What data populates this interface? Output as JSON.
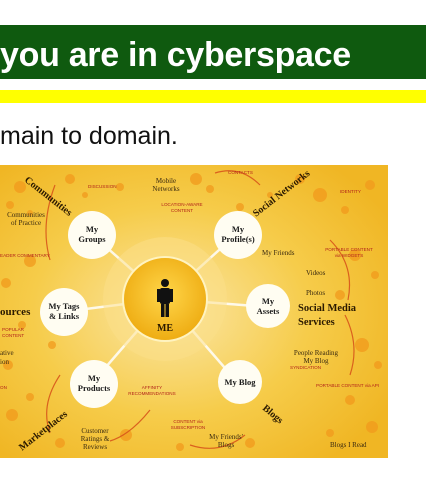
{
  "slide": {
    "title": "you are in cyberspace",
    "body_text": "main to domain."
  },
  "colors": {
    "title_bg": "#0f5a0f",
    "rule": "#ffff00",
    "diagram_bg": "#f6c433",
    "hub": "#f2b81e",
    "node_fill": "#fffdf2"
  },
  "diagram": {
    "center_label": "ME",
    "center_icon": "person-icon",
    "nodes": {
      "groups": "My\nGroups",
      "profiles": "My\nProfile(s)",
      "tags": "My Tags\n& Links",
      "assets": "My\nAssets",
      "products": "My\nProducts",
      "blog": "My Blog"
    },
    "categories": {
      "communities": "Communities",
      "social_networks": "Social Networks",
      "sources": "ources",
      "social_media_services": "Social Media\nServices",
      "marketplaces": "Marketplaces",
      "blogs": "Blogs"
    },
    "labels": {
      "mobile_networks": "Mobile\nNetworks",
      "communities_of_practice": "Communities\nof Practice",
      "my_friends": "My Friends",
      "videos": "Videos",
      "photos": "Photos",
      "people_reading": "People Reading\nMy Blog",
      "customer_ratings": "Customer\nRatings &\nReviews",
      "friends_blogs": "My Friends'\nBlogs",
      "blogs_i_read": "Blogs I Read",
      "ative": "ative",
      "ion": "ion"
    },
    "small_labels": {
      "contacts": "CONTACTS",
      "discussion": "DISCUSSION",
      "location_aware": "LOCATION-AWARE\nCONTENT",
      "identity": "IDENTITY",
      "reader_commentary": "EADER COMMENTARY",
      "portable_widgets": "PORTABLE CONTENT\nvia WIDGETS",
      "popular_content": "POPULAR\nCONTENT",
      "syndication": "SYNDICATION",
      "portable_api": "PORTABLE CONTENT via API",
      "affinity": "AFFINITY\nRECOMMENDATIONS",
      "content_subscription": "CONTENT via\nSUBSCRIPTION",
      "on": "ON"
    }
  }
}
